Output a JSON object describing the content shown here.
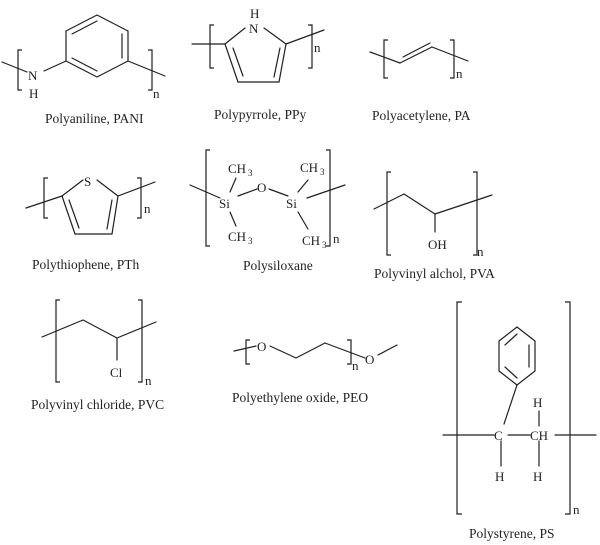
{
  "polymers": {
    "pani": {
      "name": "Polyaniline, PANI",
      "atoms": {
        "n1": "N",
        "h1": "H",
        "rep": "n"
      }
    },
    "ppy": {
      "name": "Polypyrrole, PPy",
      "atoms": {
        "h1": "H",
        "n1": "N",
        "rep": "n"
      }
    },
    "pa": {
      "name": "Polyacetylene, PA",
      "atoms": {
        "rep": "n"
      }
    },
    "pth": {
      "name": "Polythiophene, PTh",
      "atoms": {
        "s1": "S",
        "rep": "n"
      }
    },
    "psx": {
      "name": "Polysiloxane",
      "atoms": {
        "ch": "CH",
        "three": "3",
        "si": "Si",
        "o": "O",
        "rep": "n"
      }
    },
    "pva": {
      "name": "Polyvinyl alchol, PVA",
      "atoms": {
        "oh": "OH",
        "rep": "n"
      }
    },
    "pvc": {
      "name": "Polyvinyl chloride, PVC",
      "atoms": {
        "cl": "Cl",
        "rep": "n"
      }
    },
    "peo": {
      "name": "Polyethylene oxide, PEO",
      "atoms": {
        "o": "O",
        "rep": "n"
      }
    },
    "ps": {
      "name": "Polystyrene, PS",
      "atoms": {
        "c": "C",
        "ch": "CH",
        "h": "H",
        "rep": "n"
      }
    }
  }
}
